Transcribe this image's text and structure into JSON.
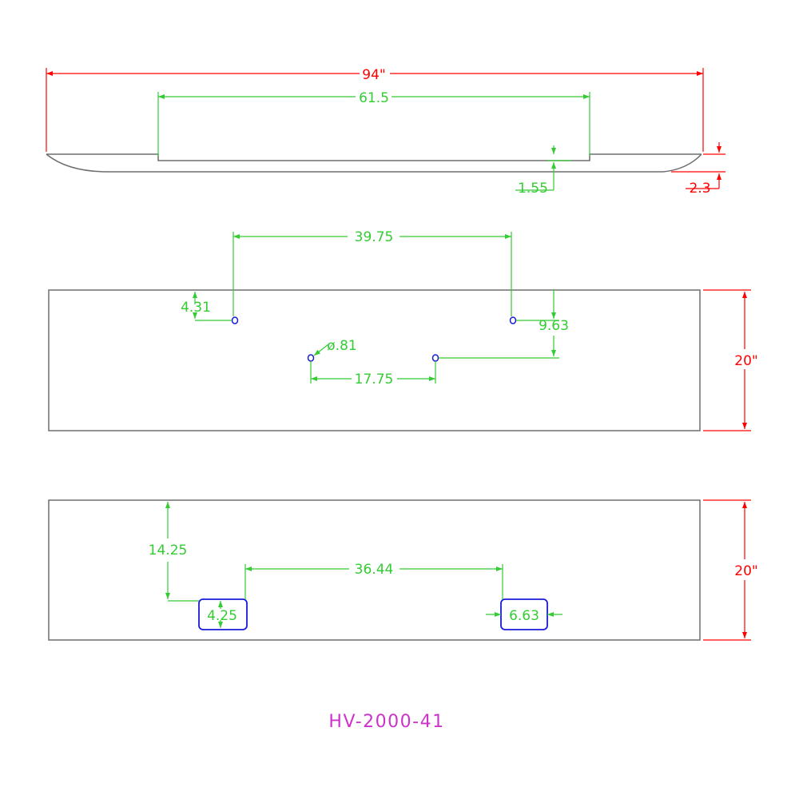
{
  "colors": {
    "outline": "#6e6e6e",
    "overall_dimension": "#ff0000",
    "feature_dimension": "#33cc33",
    "holes_and_slots": "#1a1ad9",
    "part_number": "#cc33cc"
  },
  "top_view": {
    "overall_length": "94\"",
    "center_section": "61.5",
    "step_depth": "1.55",
    "end_height": "2.3"
  },
  "hole_view": {
    "hole_spacing_top": "39.75",
    "hole_offset_top": "4.31",
    "hole_vertical_spacing": "9.63",
    "hole_diameter": "ø.81",
    "hole_spacing_bottom": "17.75",
    "height": "20\""
  },
  "slot_view": {
    "slot_offset_vertical": "14.25",
    "slot_spacing": "36.44",
    "slot_height": "4.25",
    "slot_width": "6.63",
    "height": "20\""
  },
  "part_number": "HV-2000-41"
}
